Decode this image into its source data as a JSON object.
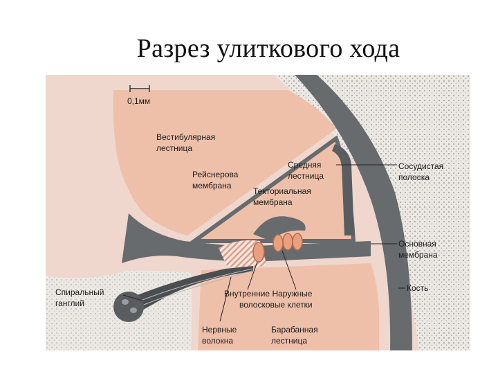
{
  "title": "Разрез улиткового хода",
  "colors": {
    "background": "#ffffff",
    "figure_bg": "#efd7ce",
    "scala_fill": "#eec0aa",
    "membrane": "#676b6e",
    "bone_band": "#ebe8e3"
  },
  "diagram": {
    "scale_label": "0,1мм",
    "labels": {
      "vestibular_line1": "Вестибулярная",
      "vestibular_line2": "лестница",
      "reissner_line1": "Рейснерова",
      "reissner_line2": "мембрана",
      "media_line1": "Средняя",
      "media_line2": "лестница",
      "tectorial_line1": "Текториальная",
      "tectorial_line2": "мембрана",
      "vascular_line1": "Сосудистая",
      "vascular_line2": "полоска",
      "basilar_line1": "Основная",
      "basilar_line2": "мембрана",
      "bone": "Кость",
      "spiral_line1": "Спиральный",
      "spiral_line2": "ганглий",
      "hair_line1": "Внутренние  Наружные",
      "hair_line2": "волосковые клетки",
      "nerve_line1": "Нервные",
      "nerve_line2": "волокна",
      "tympani_line1": "Барабанная",
      "tympani_line2": "лестница"
    }
  }
}
